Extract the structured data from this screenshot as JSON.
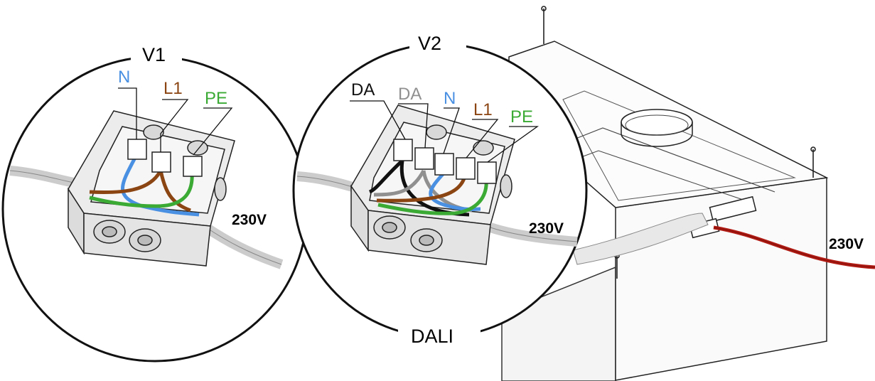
{
  "variants": {
    "v1": {
      "title": "V1",
      "labels": {
        "n": "N",
        "l1": "L1",
        "pe": "PE"
      },
      "voltage": "230V"
    },
    "v2": {
      "title": "V2",
      "footer": "DALI",
      "labels": {
        "da_black": "DA",
        "da_grey": "DA",
        "n": "N",
        "l1": "L1",
        "pe": "PE"
      },
      "voltage": "230V"
    }
  },
  "unit": {
    "supply_voltage": "230V"
  },
  "colors": {
    "neutral": "#4a90e2",
    "live": "#8b4513",
    "earth": "#3aaa35",
    "dali_black": "#111111",
    "dali_grey": "#909090",
    "supply_cable": "#b01a12"
  }
}
